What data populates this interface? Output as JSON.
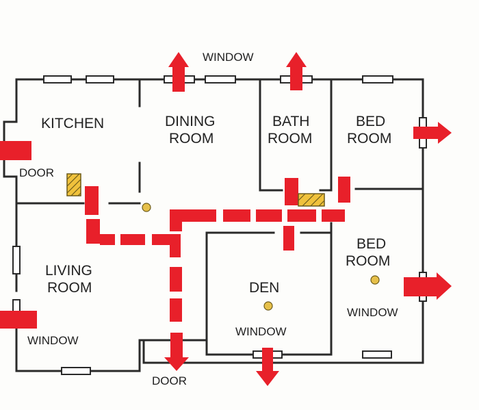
{
  "colors": {
    "background": "#fdfdfb",
    "walls": "#2a2a2a",
    "escape_route": "#e8202a",
    "fire_detector": "#f0c23c",
    "light_fixture": "#e6c04a"
  },
  "labels": {
    "window_top": "WINDOW",
    "kitchen": "KITCHEN",
    "dining_1": "DINING",
    "dining_2": "ROOM",
    "bath_1": "BATH",
    "bath_2": "ROOM",
    "bed1_1": "BED",
    "bed1_2": "ROOM",
    "door_left": "DOOR",
    "living_1": "LIVING",
    "living_2": "ROOM",
    "bed2_1": "BED",
    "bed2_2": "ROOM",
    "den": "DEN",
    "window_den": "WINDOW",
    "window_bed2": "WINDOW",
    "window_living": "WINDOW",
    "door_bottom": "DOOR"
  }
}
